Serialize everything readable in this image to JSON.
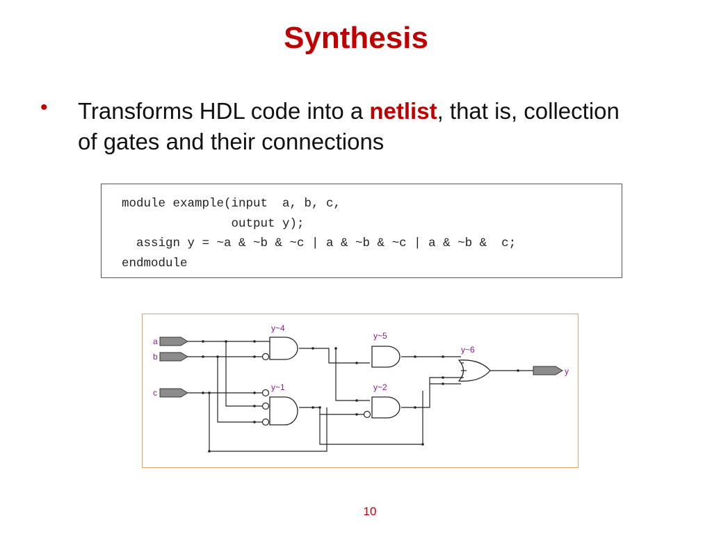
{
  "slide": {
    "title": "Synthesis",
    "bullet": {
      "before": "Transforms HDL code into a ",
      "highlight": "netlist",
      "after": ", that is, collection of gates and their connections"
    },
    "code_lines": [
      "module example(input  a, b, c,",
      "               output y);",
      "  assign y = ~a & ~b & ~c | a & ~b & ~c | a & ~b &  c;",
      "endmodule"
    ],
    "page_number": "10"
  },
  "circuit": {
    "inputs": [
      "a",
      "b",
      "c"
    ],
    "output": "y",
    "gates": [
      "y~4",
      "y~5",
      "y~6",
      "y~1",
      "y~2"
    ]
  },
  "colors": {
    "title": "#c00000",
    "gate_label": "#8b1a8b",
    "port_label": "#8b1a8b",
    "frame": "#e8a060",
    "port_fill": "#8c8c8c"
  }
}
